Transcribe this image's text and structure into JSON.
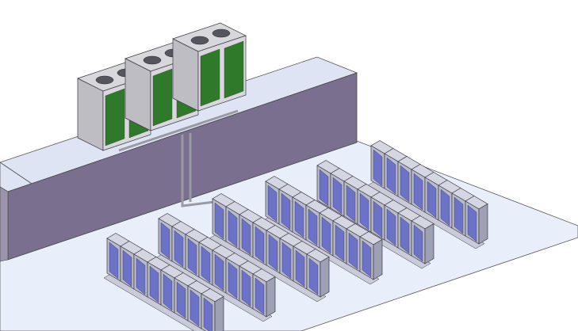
{
  "scene": {
    "rack_rows": 6,
    "racks_per_row": [
      8,
      8,
      8,
      8,
      8,
      8
    ],
    "chiller_units": 3
  },
  "colors": {
    "floor": "#e9eefb",
    "wall_face": "#7a6f8e",
    "wall_top": "#dfe4f5",
    "rack_front": "#6c72c8",
    "rack_frame": "#3a3a44",
    "rack_top": "#d4d6e2",
    "chiller_green": "#2f7a2a",
    "chiller_body": "#d8d8dc",
    "pipe": "#9a9aa4"
  }
}
